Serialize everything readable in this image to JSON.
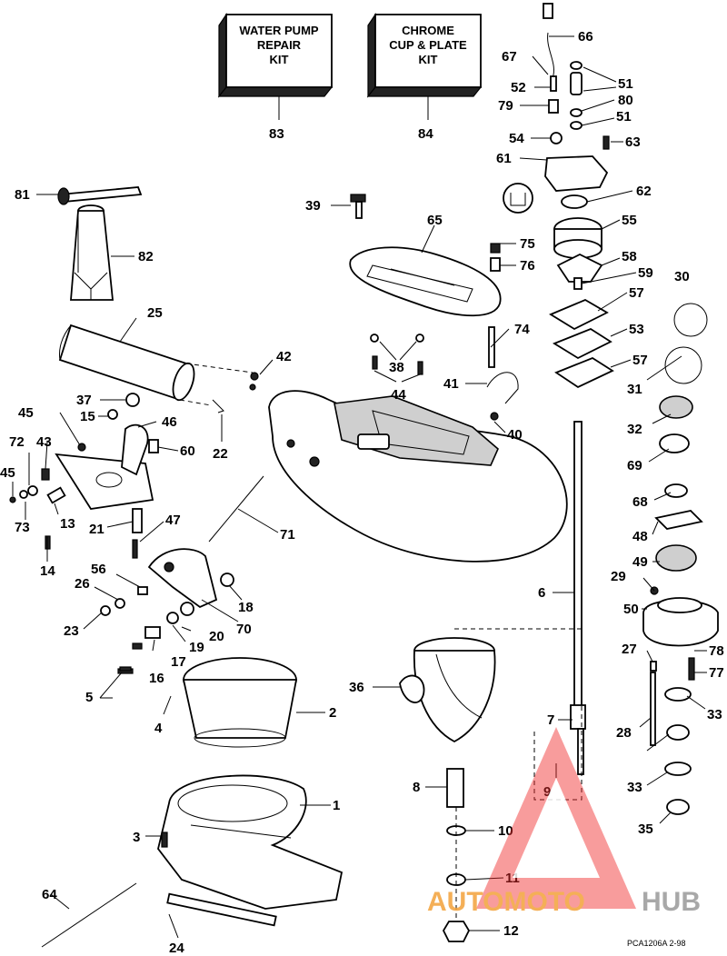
{
  "kits": [
    {
      "id": "kit-83",
      "lines": [
        "WATER PUMP",
        "REPAIR",
        "KIT"
      ],
      "number": "83"
    },
    {
      "id": "kit-84",
      "lines": [
        "CHROME",
        "CUP & PLATE",
        "KIT"
      ],
      "number": "84"
    }
  ],
  "labels": [
    "1",
    "2",
    "3",
    "4",
    "5",
    "6",
    "7",
    "8",
    "9",
    "10",
    "11",
    "12",
    "13",
    "14",
    "15",
    "16",
    "17",
    "18",
    "19",
    "20",
    "21",
    "22",
    "23",
    "24",
    "25",
    "26",
    "27",
    "28",
    "29",
    "30",
    "31",
    "32",
    "33",
    "33",
    "35",
    "36",
    "37",
    "38",
    "39",
    "40",
    "41",
    "42",
    "43",
    "44",
    "45",
    "45",
    "46",
    "47",
    "48",
    "49",
    "50",
    "51",
    "51",
    "52",
    "53",
    "54",
    "55",
    "56",
    "57",
    "57",
    "58",
    "59",
    "60",
    "61",
    "62",
    "63",
    "64",
    "65",
    "66",
    "67",
    "68",
    "69",
    "70",
    "71",
    "72",
    "73",
    "74",
    "75",
    "76",
    "77",
    "78",
    "79",
    "80",
    "81",
    "82"
  ],
  "figure_code": "PCA1206A   2-98",
  "watermark": {
    "part1": "AUTOMOTO",
    "part2": "HUB",
    "accent": "#f3a23a",
    "gray": "#9a9a9a",
    "triangle": "#ee2b2b"
  }
}
